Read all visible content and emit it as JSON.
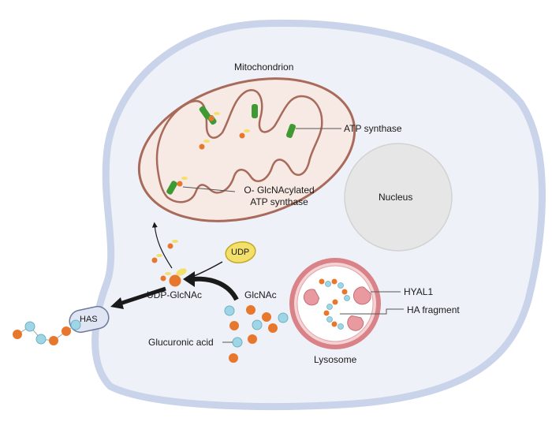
{
  "labels": {
    "mitochondrion": "Mitochondrion",
    "atp_synthase": "ATP synthase",
    "o_glcnac_line1": "O- GlcNAcylated",
    "o_glcnac_line2": "ATP synthase",
    "nucleus": "Nucleus",
    "udp": "UDP",
    "udp_glcnac": "UDP-GlcNAc",
    "glcnac": "GlcNAc",
    "has": "HAS",
    "glucuronic_acid": "Glucuronic acid",
    "hyal1": "HYAL1",
    "ha_fragment": "HA fragment",
    "lysosome": "Lysosome"
  },
  "colors": {
    "cell_fill": "#eef2f8",
    "cell_border": "#c9d3ea",
    "mito_fill": "#f7e9e3",
    "mito_border": "#a86a5a",
    "atp_synthase": "#3f9a34",
    "glcnac_orange": "#e8772e",
    "glucuronic_blue": "#9fd6e6",
    "udp_yellow": "#f2e06a",
    "nucleus_fill": "#e6e6e6",
    "lysosome_ring": "#d98288",
    "hyal1": "#e89aa0",
    "has_fill": "#dfe5f2"
  }
}
